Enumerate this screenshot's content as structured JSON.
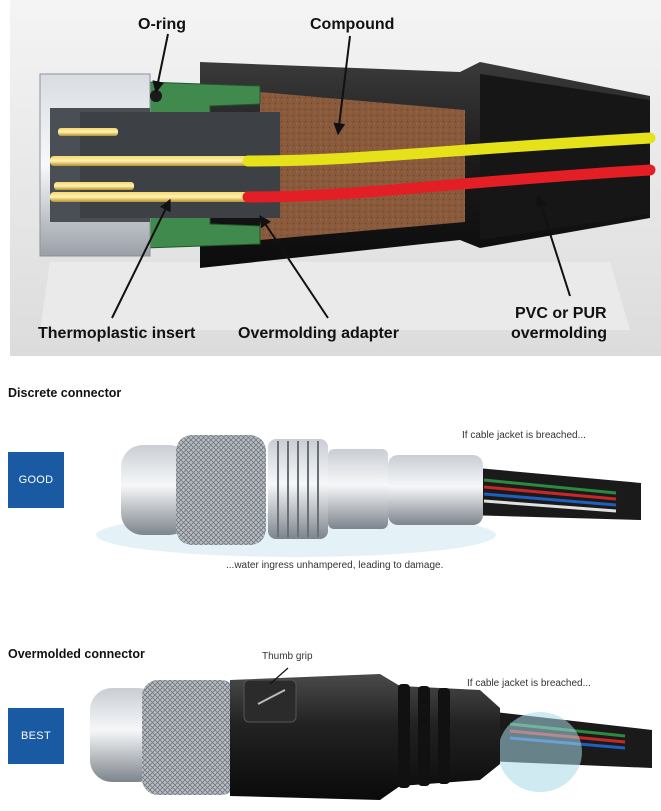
{
  "cutaway": {
    "labels": {
      "oring": "O-ring",
      "compound": "Compound",
      "insert": "Thermoplastic insert",
      "adapter": "Overmolding adapter",
      "overmold_line1": "PVC or PUR",
      "overmold_line2": "overmolding"
    }
  },
  "discrete": {
    "title": "Discrete connector",
    "badge": "GOOD",
    "caption_top": "If cable jacket is breached...",
    "caption_bottom": "...water ingress unhampered, leading to damage."
  },
  "overmolded": {
    "title": "Overmolded connector",
    "badge": "BEST",
    "thumb_grip": "Thumb grip",
    "caption_top": "If cable jacket is breached..."
  },
  "colors": {
    "badge_blue": "#1a5aa3",
    "wire_yellow": "#e6e21a",
    "wire_red": "#e31e24",
    "compound_brown": "#8a5a3c",
    "adapter_green": "#3f8a4c",
    "overmold_black": "#1e1e1e"
  }
}
